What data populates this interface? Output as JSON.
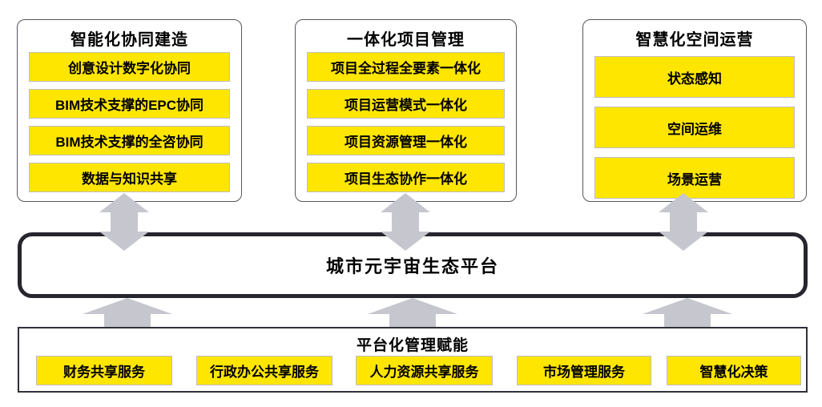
{
  "diagram": {
    "top_boxes": [
      {
        "title": "智能化协同建造",
        "items": [
          "创意设计数字化协同",
          "BIM技术支撑的EPC协同",
          "BIM技术支撑的全咨协同",
          "数据与知识共享"
        ]
      },
      {
        "title": "一体化项目管理",
        "items": [
          "项目全过程全要素一体化",
          "项目运营模式一体化",
          "项目资源管理一体化",
          "项目生态协作一体化"
        ]
      },
      {
        "title": "智慧化空间运营",
        "items": [
          "状态感知",
          "空间运维",
          "场景运营"
        ]
      }
    ],
    "platform": {
      "label": "城市元宇宙生态平台"
    },
    "bottom": {
      "title": "平台化管理赋能",
      "items": [
        "财务共享服务",
        "行政办公共享服务",
        "人力资源共享服务",
        "市场管理服务",
        "智慧化决策"
      ]
    },
    "colors": {
      "highlight_yellow": "#FFE600",
      "arrow_gray": "#C6C7CE",
      "bar_border": "#26262F",
      "box_border": "#55565E"
    },
    "icons": {
      "double_arrow": "up-down-arrow",
      "up_arrow": "up-arrow"
    }
  }
}
